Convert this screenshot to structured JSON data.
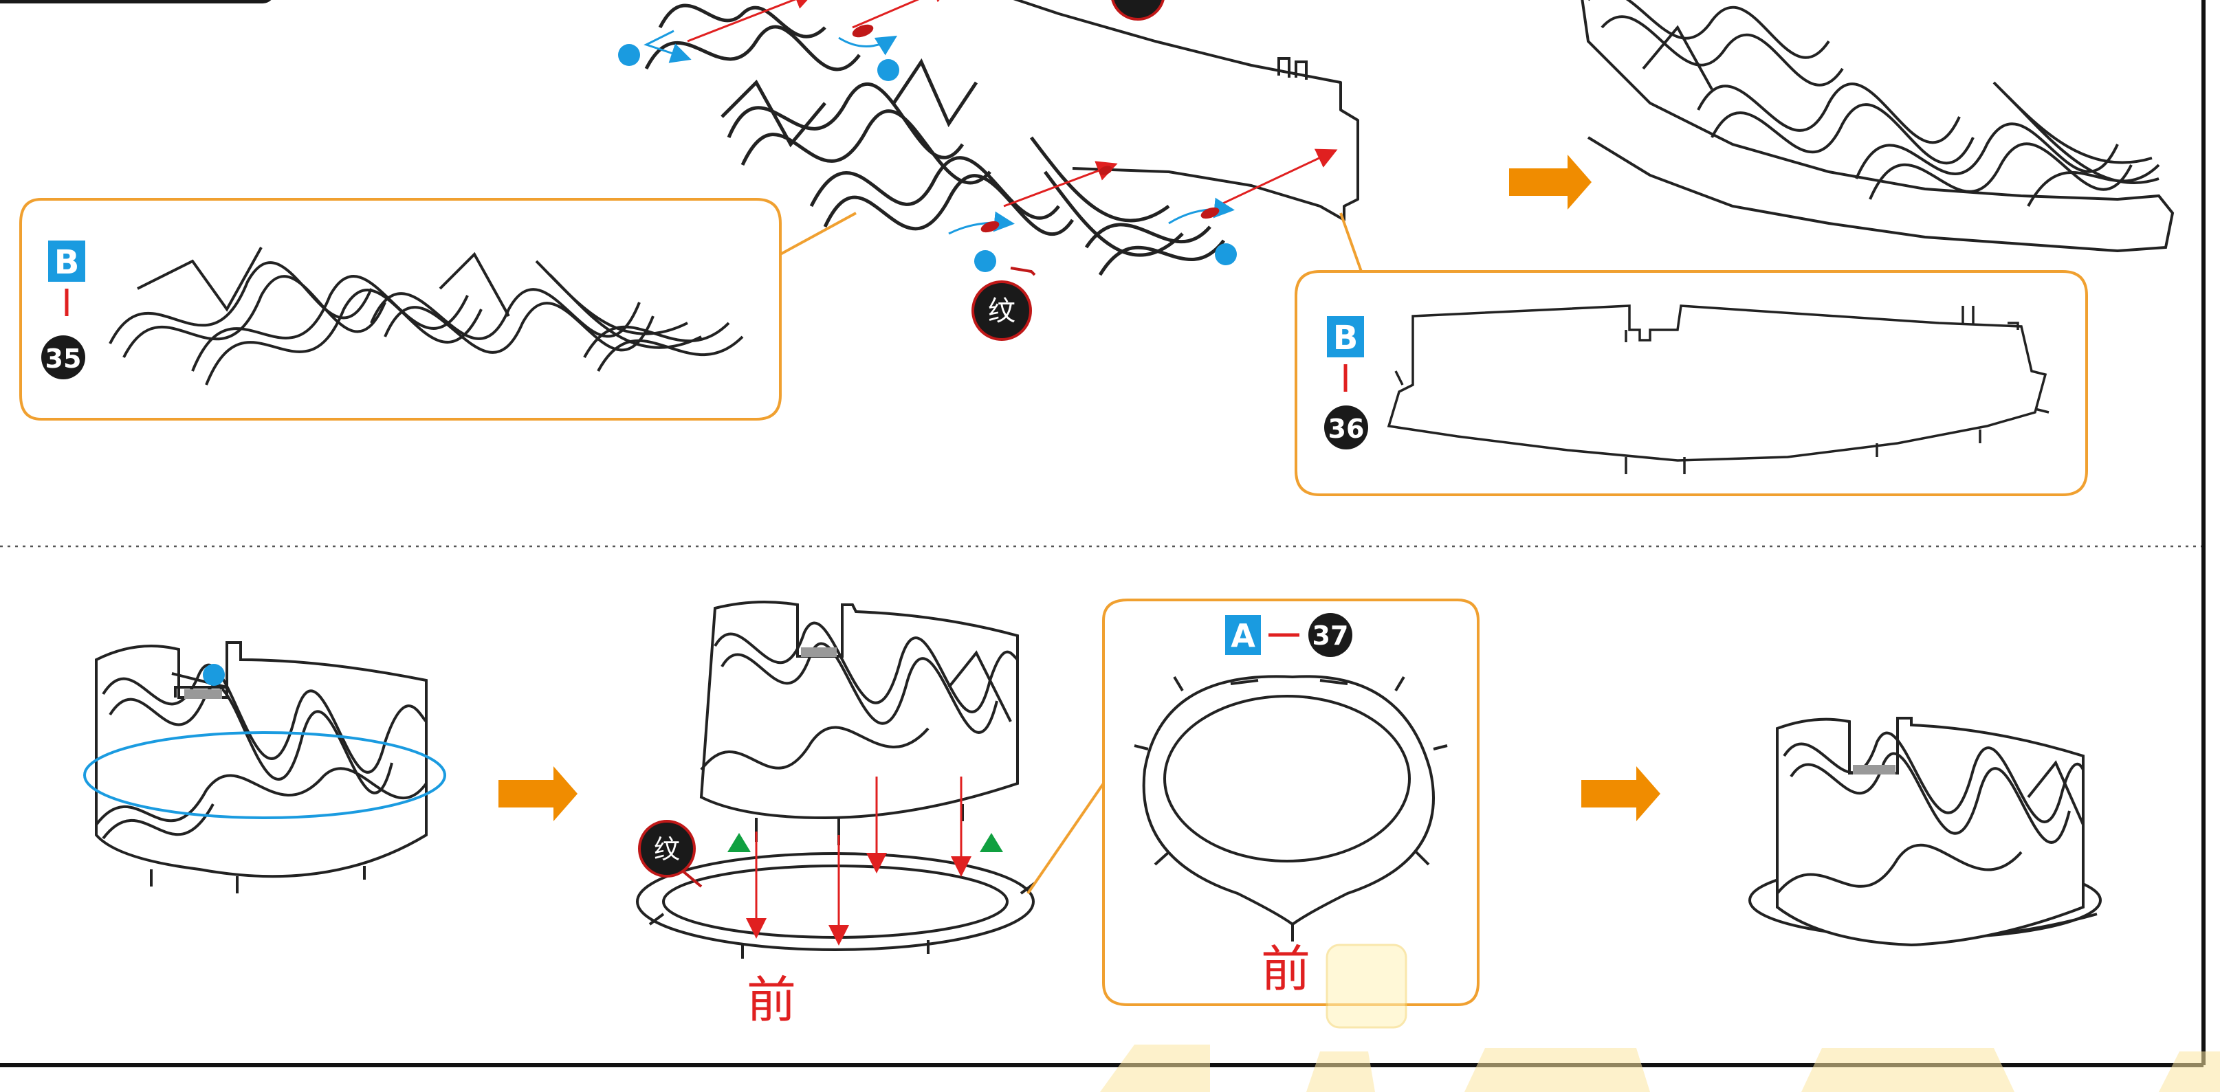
{
  "colors": {
    "accent_orange": "#f08c00",
    "callout_border": "#f0a030",
    "blue_marker": "#1a9be0",
    "red_arrow": "#e02020",
    "green_marker": "#10a040",
    "badge_black": "#1a1a1a",
    "label_blue": "#1a9be0"
  },
  "top": {
    "callout_left": {
      "sheet": "B",
      "part": "35"
    },
    "callout_right": {
      "sheet": "B",
      "part": "36"
    },
    "texture_badge": "纹"
  },
  "bottom": {
    "texture_badge": "纹",
    "front_label": "前",
    "callout": {
      "sheet": "A",
      "part": "37",
      "front_label": "前"
    }
  },
  "icons": {
    "arrow": "right-arrow-icon",
    "dot": "blue-dot-marker",
    "triangle": "green-triangle-marker"
  }
}
